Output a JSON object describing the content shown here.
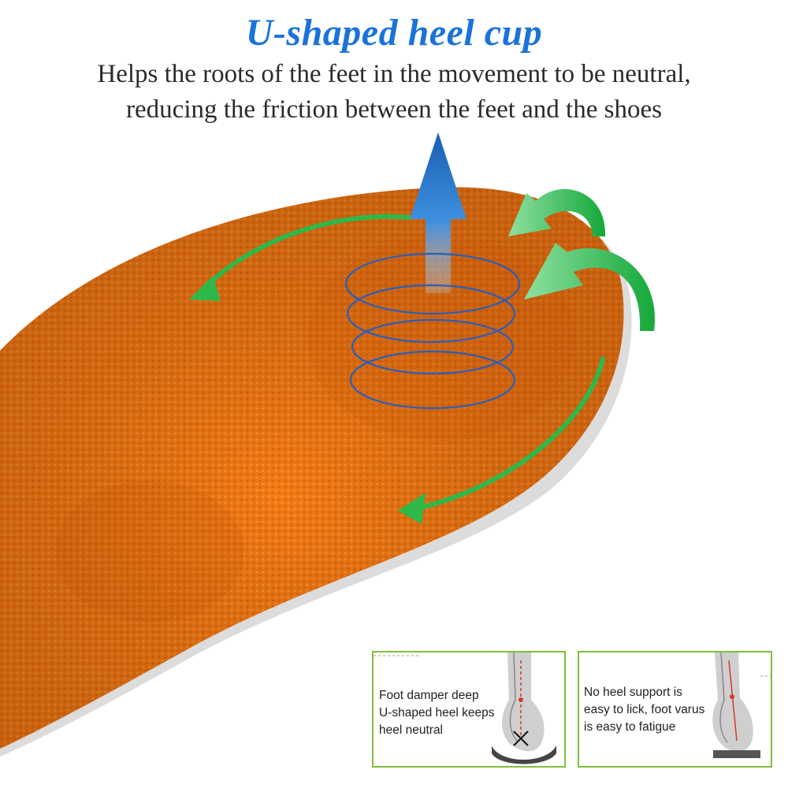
{
  "title": "U-shaped heel cup",
  "subtitle": {
    "line1": "Helps the roots of the feet in the movement to be neutral,",
    "line2": "reducing the friction between the feet and the shoes"
  },
  "panels": [
    {
      "text_lines": [
        "Foot damper deep",
        "U-shaped heel keeps",
        "heel neutral"
      ]
    },
    {
      "text_lines": [
        "No heel support is",
        "easy to lick, foot varus",
        "is easy to fatigue"
      ]
    }
  ],
  "colors": {
    "title": "#1a73d9",
    "insole": "#f37a14",
    "insole_dark": "#d9620a",
    "arrow_green": "#2fb84a",
    "arrow_blue": "#1f6fc4",
    "spring": "#2b5fb8",
    "panel_border": "#7fbf3f"
  }
}
